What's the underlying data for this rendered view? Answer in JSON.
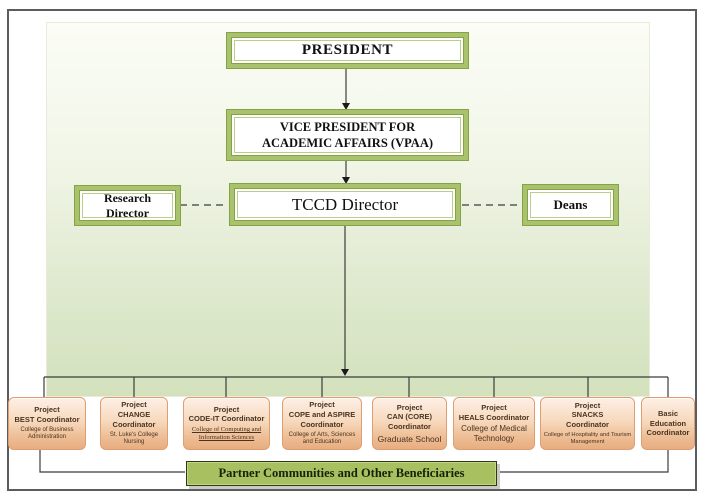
{
  "chart": {
    "president": "PRESIDENT",
    "vpaa": "VICE PRESIDENT FOR\nACADEMIC AFFAIRS (VPAA)",
    "research_director": "Research\nDirector",
    "tccd_director": "TCCD Director",
    "deans": "Deans",
    "coordinators": [
      {
        "title": "Project\nBEST Coordinator",
        "unit": "College of Business\nAdministration"
      },
      {
        "title": "Project\nCHANGE\nCoordinator",
        "unit": "St. Luke's College\nNursing"
      },
      {
        "title": "Project\nCODE-IT Coordinator",
        "unit": "College of Computing and\nInformation Sciences"
      },
      {
        "title": "Project\nCOPE and ASPIRE\nCoordinator",
        "unit": "College of Arts, Sciences\nand Education"
      },
      {
        "title": "Project\nCAN (CORE)\nCoordinator",
        "unit": "Graduate School"
      },
      {
        "title": "Project\nHEALS Coordinator",
        "unit": "College of Medical\nTechnology"
      },
      {
        "title": "Project\nSNACKS\nCoordinator",
        "unit": "College of Hospitality and Tourism\nManagement"
      },
      {
        "title": "Basic\nEducation\nCoordinator",
        "unit": ""
      }
    ],
    "banner": "Partner Communities and Other Beneficiaries"
  },
  "colors": {
    "box_border_green": "#a9c36c",
    "box_border_green_dark": "#86a149",
    "panel_green_top": "#fbfdf6",
    "panel_green_bottom": "#d3e1bd",
    "coordinator_orange_light": "#fdf0e6",
    "coordinator_orange_dark": "#e8ad80",
    "banner_green": "#a8c05f",
    "connector_line": "#3c3c3c",
    "outer_frame": "#5b5c5e"
  }
}
